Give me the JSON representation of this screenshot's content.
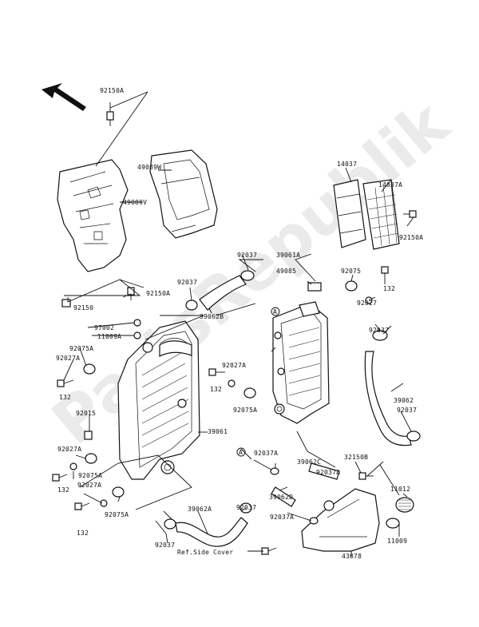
{
  "labels": {
    "l_92150A_top": "92150A",
    "l_49089W": "49089W",
    "l_49089V": "49089V",
    "l_14037": "14037",
    "l_14037A": "14037A",
    "l_92150A_right": "92150A",
    "l_92037_a": "92037",
    "l_39061A": "39061A",
    "l_49085": "49085",
    "l_92075": "92075",
    "l_132_a": "132",
    "l_92027": "92027",
    "l_92037_b": "92037",
    "l_39062B": "39062B",
    "l_92150A_mid": "92150A",
    "l_92150": "92150",
    "l_97002": "97002",
    "l_11009A": "11009A",
    "l_92075A_a": "92075A",
    "l_92027A_a": "92027A",
    "l_132_b": "132",
    "l_92027A_b": "92027A",
    "l_132_c": "132",
    "l_92075A_b": "92075A",
    "l_92037_c": "92037",
    "l_39062": "39062",
    "l_92037_d": "92037",
    "l_92015": "92015",
    "l_39061": "39061",
    "l_92027A_c": "92027A",
    "l_92075A_c": "92075A",
    "l_132_d": "132",
    "l_92027A_d": "92027A",
    "l_92075A_d": "92075A",
    "l_132_e": "132",
    "l_92037A_a": "92037A",
    "l_39062C": "39062C",
    "l_32150B": "32150B",
    "l_92037A_b": "92037A",
    "l_39062D": "39062D",
    "l_92037_e": "92037",
    "l_11012": "11012",
    "l_39062A": "39062A",
    "l_92037A_c": "92037A",
    "l_11009": "11009",
    "l_92037_f": "92037",
    "l_ref_side_cover": "Ref.Side Cover",
    "l_43078": "43078",
    "l_marker_a1": "A",
    "l_marker_a2": "A"
  },
  "watermark": "PartsRepublik",
  "colors": {
    "line": "#111111",
    "watermark": "#d9d9d9",
    "background": "#ffffff"
  }
}
